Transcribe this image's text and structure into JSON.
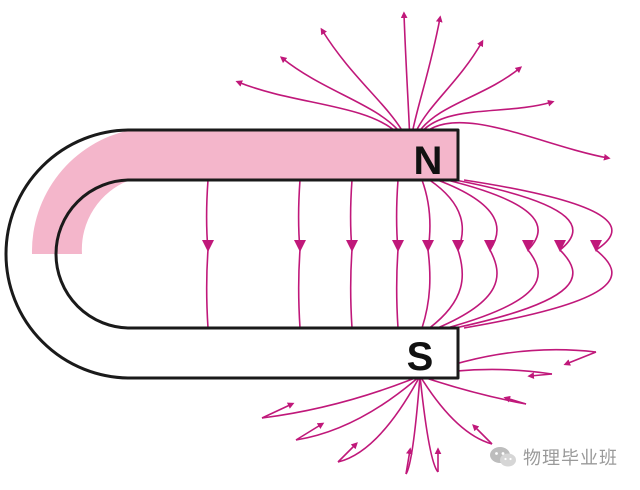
{
  "poles": {
    "north": "N",
    "south": "S"
  },
  "watermark": {
    "text": "物理毕业班",
    "icon": "wechat-icon"
  },
  "colors": {
    "north_fill": "#f4b6cb",
    "south_fill": "#ffffff",
    "outline": "#1a1a1a",
    "field_line": "#c0187a"
  }
}
